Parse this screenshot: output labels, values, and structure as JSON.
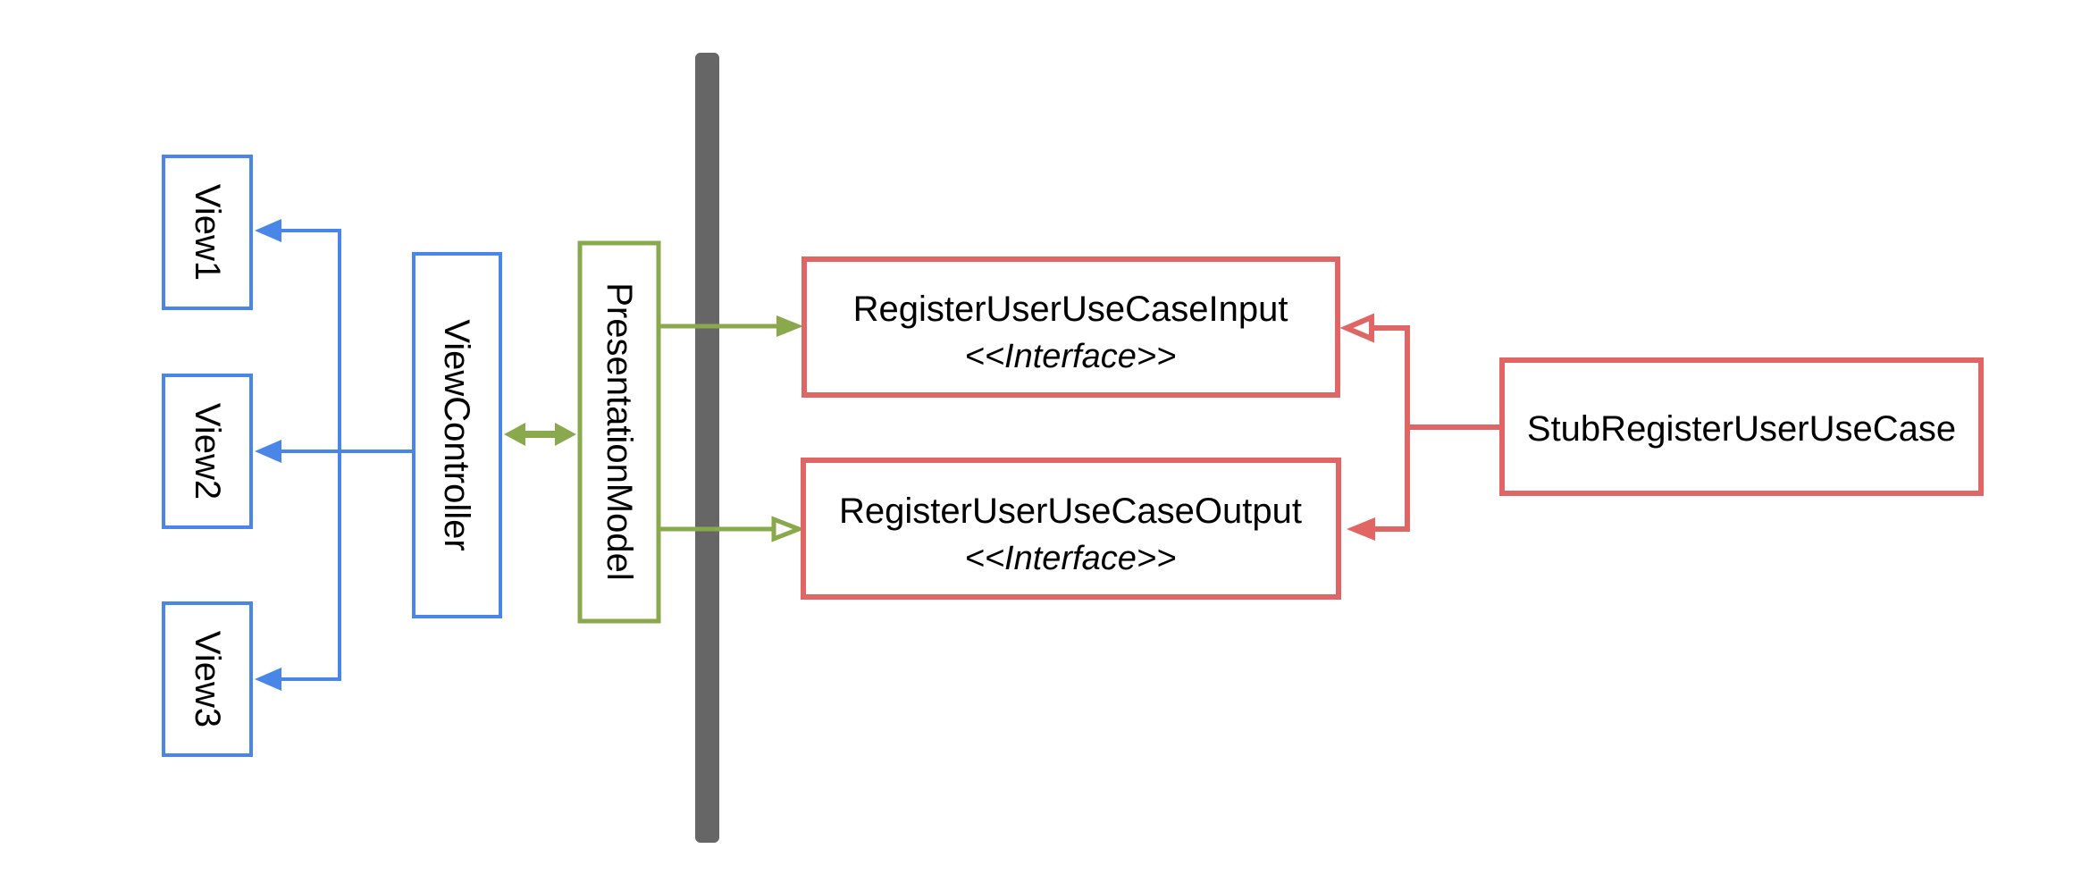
{
  "diagram": {
    "kind": "uml-class-architecture-diagram",
    "colors": {
      "blue": "#4a86e8",
      "green": "#8aa84c",
      "red": "#e06666",
      "gray": "#666666",
      "text": "#000000",
      "background": "#ffffff"
    },
    "nodes": {
      "view1": {
        "label": "View1"
      },
      "view2": {
        "label": "View2"
      },
      "view3": {
        "label": "View3"
      },
      "view_controller": {
        "label": "ViewController"
      },
      "presentation_model": {
        "label": "PresentationModel"
      },
      "register_user_use_case_input": {
        "label": "RegisterUserUseCaseInput",
        "stereotype": "<<Interface>>"
      },
      "register_user_use_case_output": {
        "label": "RegisterUserUseCaseOutput",
        "stereotype": "<<Interface>>"
      },
      "stub_register_user_use_case": {
        "label": "StubRegisterUserUseCase"
      }
    }
  }
}
